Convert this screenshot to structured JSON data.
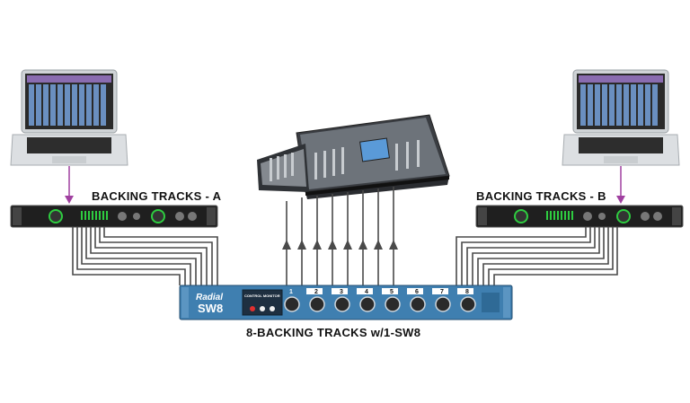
{
  "labels": {
    "backing_a": "BACKING TRACKS - A",
    "backing_b": "BACKING TRACKS - B",
    "bottom": "8-BACKING TRACKS w/1-SW8"
  },
  "switcher": {
    "brand": "Radial",
    "model": "SW8",
    "panel_title": "CONTROL MONITOR",
    "channels": [
      "1",
      "2",
      "3",
      "4",
      "5",
      "6",
      "7",
      "8"
    ]
  },
  "colors": {
    "cable": "#4a4a4a",
    "usb_link": "#a040a0",
    "switcher_blue": "#3f7fb0",
    "interface_body": "#1f1f1f",
    "meter_green": "#2ecc40"
  },
  "icons": {
    "laptop_left": "laptop-icon",
    "laptop_right": "laptop-icon",
    "interface_left": "audio-interface-icon",
    "interface_right": "audio-interface-icon",
    "console": "mixing-console-icon",
    "switcher": "rack-switcher-icon"
  }
}
